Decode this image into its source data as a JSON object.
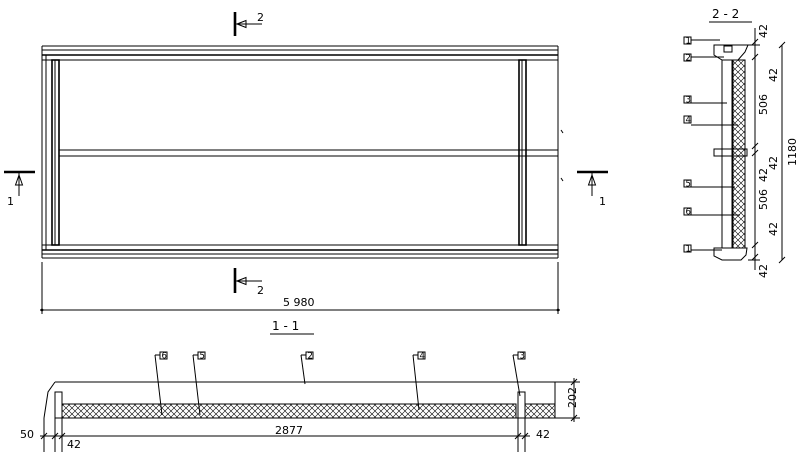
{
  "plan": {
    "cut1_label": "1",
    "cut2_label": "2",
    "overall_length": "5 980"
  },
  "section_2": {
    "title": "2 - 2",
    "dims": [
      "42",
      "42",
      "506",
      "42",
      "42",
      "506",
      "42",
      "42"
    ],
    "overall": "1180",
    "tags": [
      "1",
      "2",
      "3",
      "4",
      "5",
      "6",
      "1"
    ]
  },
  "section_1": {
    "title": "1 - 1",
    "tags": [
      "6",
      "5",
      "2",
      "4",
      "3"
    ],
    "dim_left": "50",
    "dim_left2": "42",
    "dim_main": "2877",
    "dim_right": "42",
    "dim_height": "202"
  }
}
